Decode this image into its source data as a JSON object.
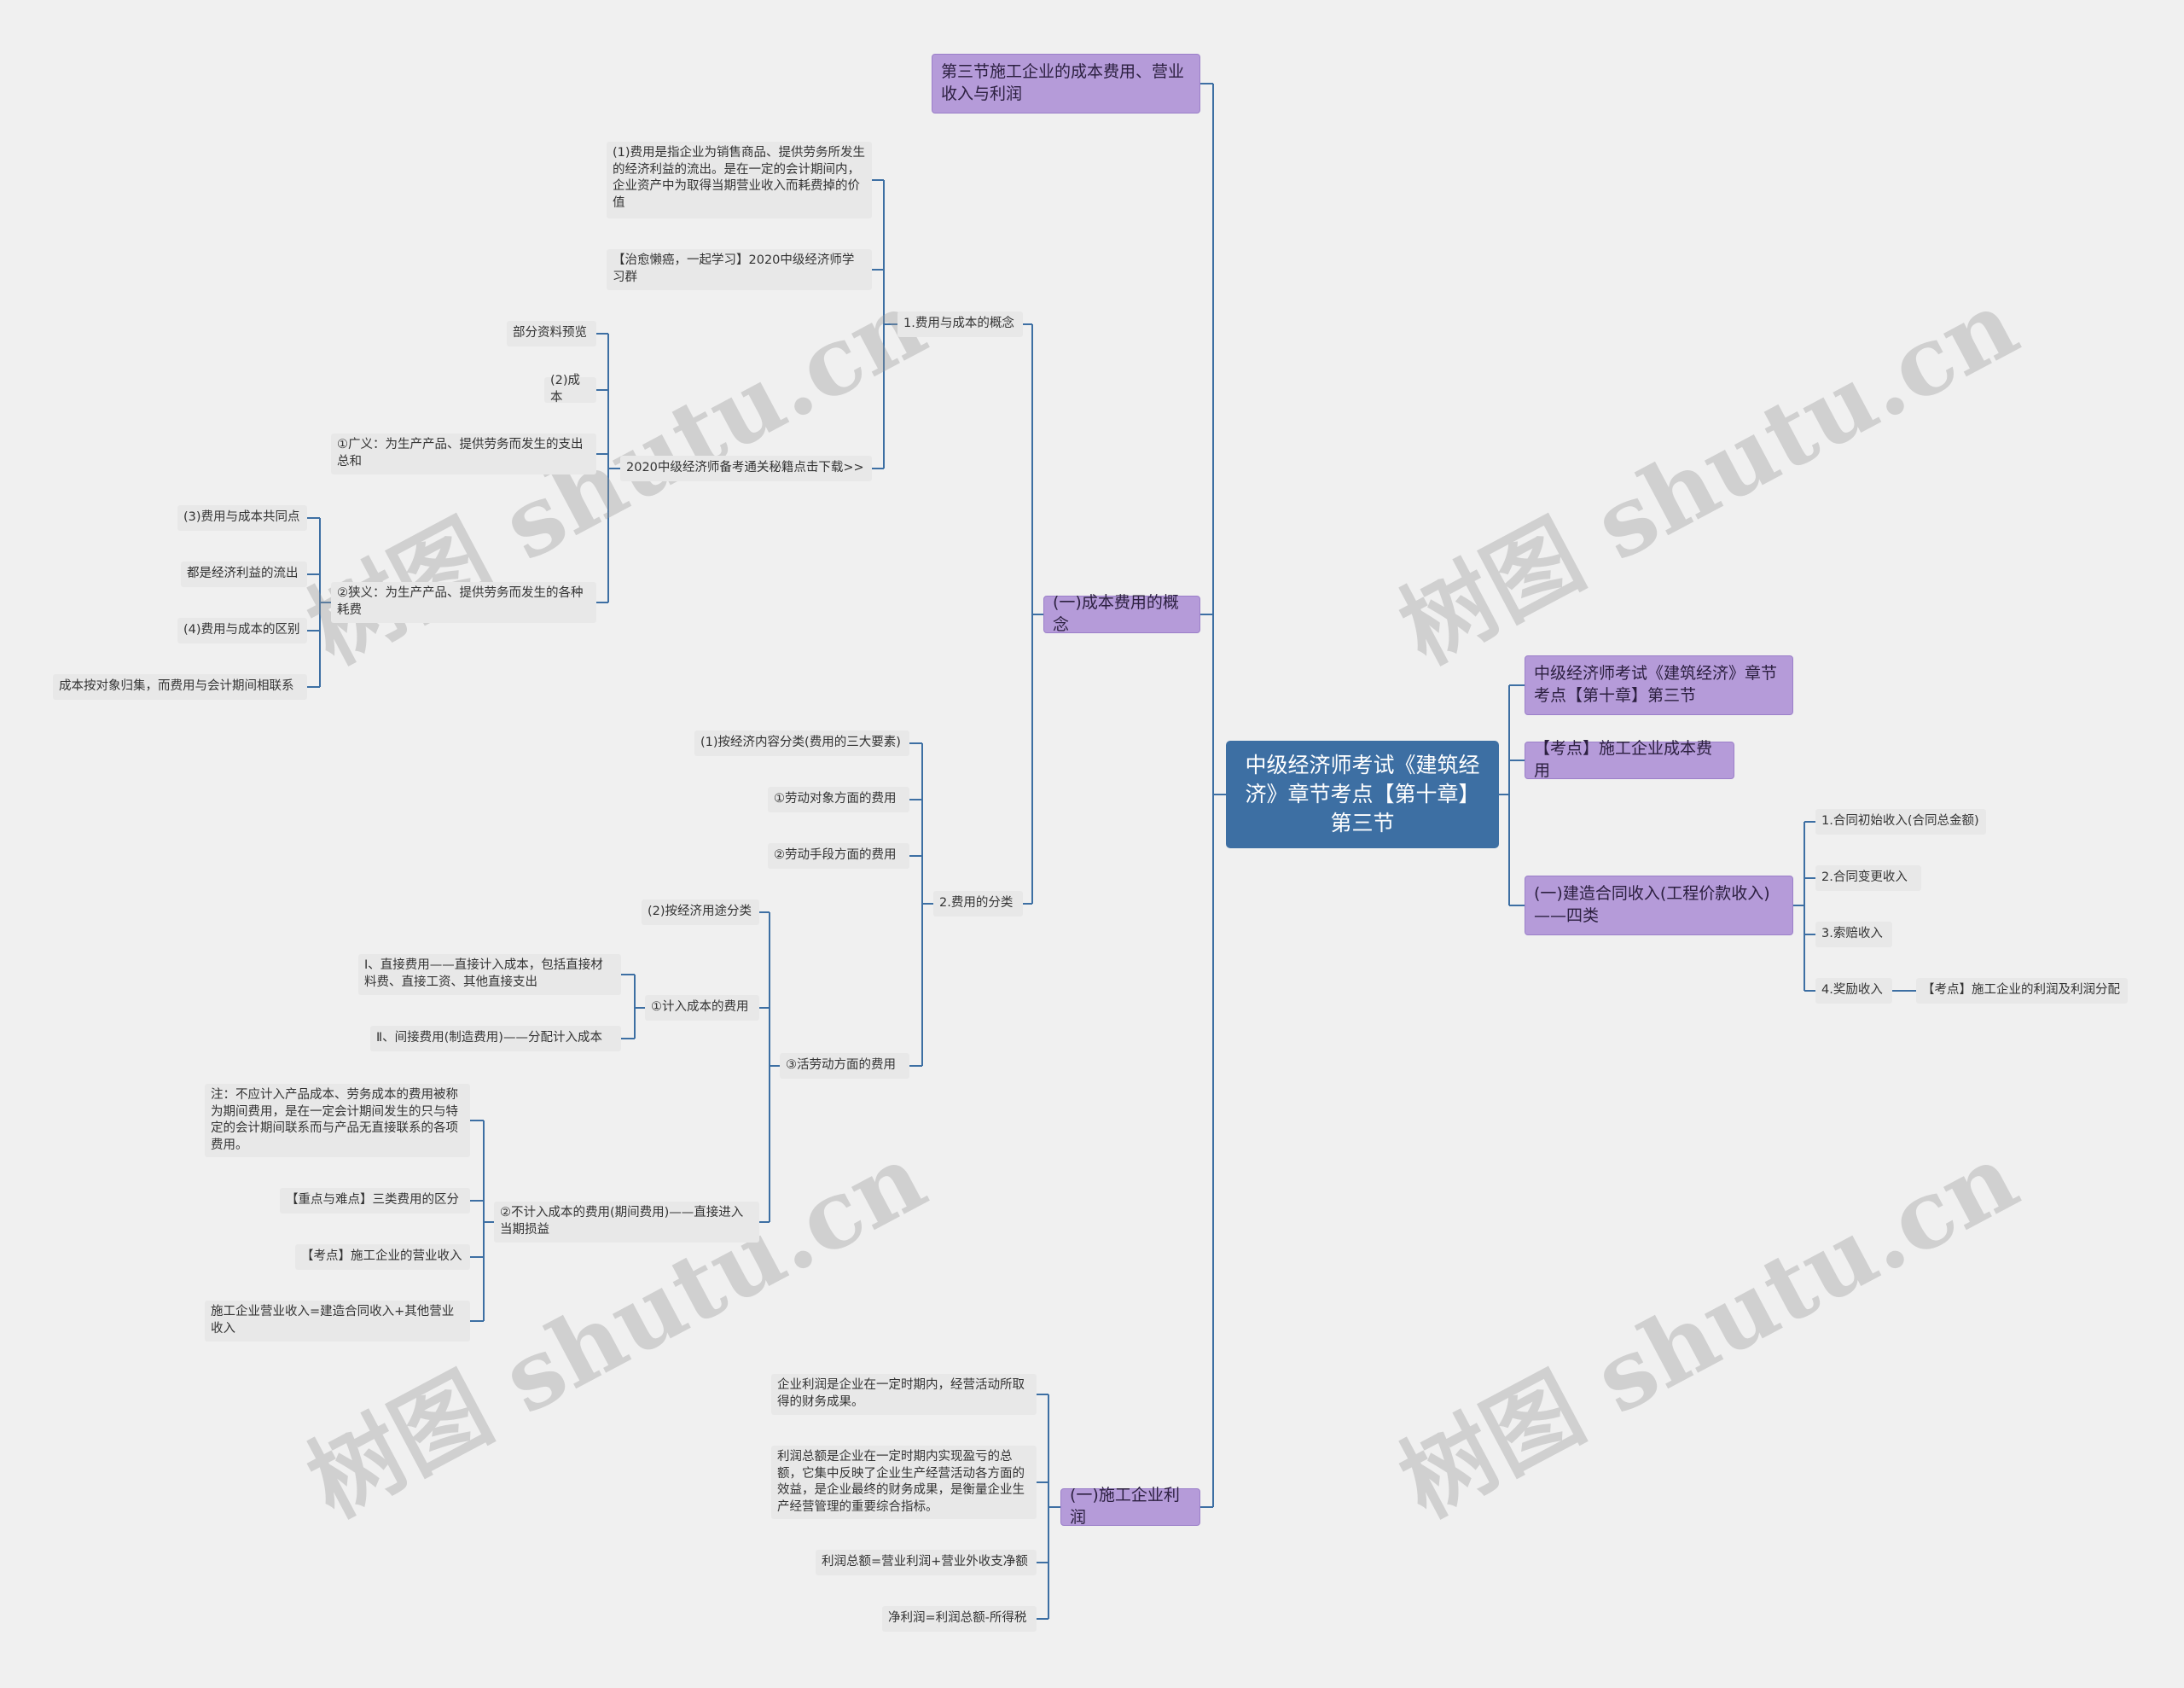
{
  "watermark": "树图 shutu.cn",
  "colors": {
    "root": "#3d6fa3",
    "branch": "#b59bd9",
    "leaf": "#e8e8e8",
    "line": "#3d6fa3"
  },
  "root": "中级经济师考试《建筑经济》章节考点【第十章】第三节",
  "left": {
    "section": "第三节施工企业的成本费用、营业收入与利润",
    "cost_concept": {
      "label": "(一)成本费用的概念",
      "c1": {
        "label": "1.费用与成本的概念",
        "d1": "(1)费用是指企业为销售商品、提供劳务所发生的经济利益的流出。是在一定的会计期间内，企业资产中为取得当期营业收入而耗费掉的价值",
        "d2": "【治愈懒癌，一起学习】2020中级经济师学习群",
        "d3": {
          "label": "2020中级经济师备考通关秘籍点击下载>>",
          "e1": "部分资料预览",
          "e2": "(2)成本",
          "e3": "①广义：为生产产品、提供劳务而发生的支出总和",
          "e4": {
            "label": "②狭义：为生产产品、提供劳务而发生的各种耗费",
            "f1": "(3)费用与成本共同点",
            "f2": "都是经济利益的流出",
            "f3": "(4)费用与成本的区别",
            "f4": "成本按对象归集，而费用与会计期间相联系"
          }
        }
      },
      "c2": {
        "label": "2.费用的分类",
        "d1": "(1)按经济内容分类(费用的三大要素)",
        "d2": "①劳动对象方面的费用",
        "d3": "②劳动手段方面的费用",
        "d4": {
          "label": "③活劳动方面的费用",
          "e1": "(2)按经济用途分类",
          "e2": {
            "label": "①计入成本的费用",
            "f1": "Ⅰ、直接费用——直接计入成本，包括直接材料费、直接工资、其他直接支出",
            "f2": "Ⅱ、间接费用(制造费用)——分配计入成本"
          },
          "e3": {
            "label": "②不计入成本的费用(期间费用)——直接进入当期损益",
            "f1": "注：不应计入产品成本、劳务成本的费用被称为期间费用，是在一定会计期间发生的只与特定的会计期间联系而与产品无直接联系的各项费用。",
            "f2": "【重点与难点】三类费用的区分",
            "f3": "【考点】施工企业的营业收入",
            "f4": "施工企业营业收入=建造合同收入+其他营业收入"
          }
        }
      }
    },
    "profit": {
      "label": "(一)施工企业利润",
      "d1": "企业利润是企业在一定时期内，经营活动所取得的财务成果。",
      "d2": "利润总额是企业在一定时期内实现盈亏的总额，它集中反映了企业生产经营活动各方面的效益，是企业最终的财务成果，是衡量企业生产经营管理的重要综合指标。",
      "d3": "利润总额=营业利润+营业外收支净额",
      "d4": "净利润=利润总额-所得税"
    }
  },
  "right": {
    "r1": "中级经济师考试《建筑经济》章节考点【第十章】第三节",
    "r2": "【考点】施工企业成本费用",
    "r3": {
      "label": "(一)建造合同收入(工程价款收入)——四类",
      "s1": "1.合同初始收入(合同总金额)",
      "s2": "2.合同变更收入",
      "s3": "3.索赔收入",
      "s4": "4.奖励收入",
      "s4a": "【考点】施工企业的利润及利润分配"
    }
  }
}
